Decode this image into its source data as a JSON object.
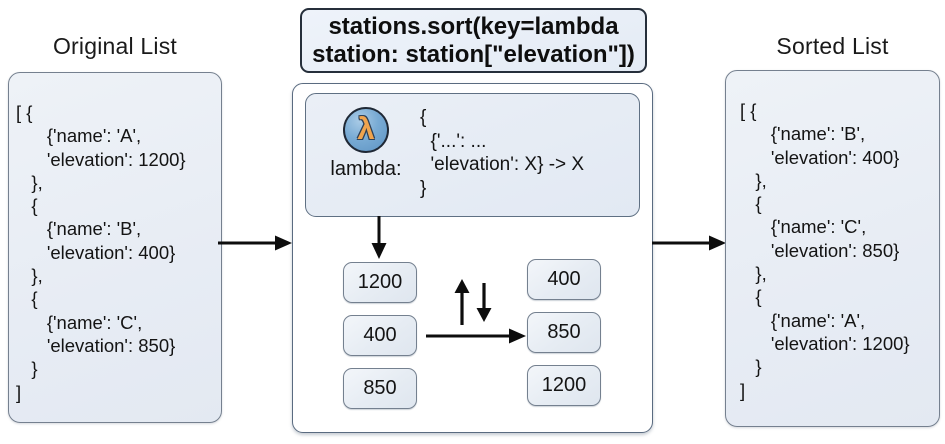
{
  "titles": {
    "original": "Original List",
    "sorted": "Sorted List"
  },
  "sort_call": {
    "line1": "stations.sort(key=lambda",
    "line2": "station: station[\"elevation\"])"
  },
  "lambda_box": {
    "symbol": "λ",
    "label": "lambda:",
    "code_lines": [
      "{",
      "  {'...': ...",
      "  'elevation': X} -> X",
      "}"
    ]
  },
  "original_list": {
    "lines": [
      "[ {",
      "      {'name': 'A',",
      "      'elevation': 1200}",
      "   },",
      "   {",
      "      {'name': 'B',",
      "      'elevation': 400}",
      "   },",
      "   {",
      "      {'name': 'C',",
      "      'elevation': 850}",
      "   }",
      "]"
    ]
  },
  "sorted_list": {
    "lines": [
      "[ {",
      "      {'name': 'B',",
      "      'elevation': 400}",
      "   },",
      "   {",
      "      {'name': 'C',",
      "      'elevation': 850}",
      "   },",
      "   {",
      "      {'name': 'A',",
      "      'elevation': 1200}",
      "   }",
      "]"
    ]
  },
  "unsorted_values": [
    "1200",
    "400",
    "850"
  ],
  "sorted_values": [
    "400",
    "850",
    "1200"
  ],
  "colors": {
    "panel_fill": "#e9eef5",
    "panel_border": "#75808f",
    "process_border": "#5a6b80",
    "header_border": "#262f3b",
    "lambda_circle_fill": "#6fa3cf",
    "lambda_symbol_orange": "#f0a44e",
    "arrow_black": "#0d0d0d"
  }
}
